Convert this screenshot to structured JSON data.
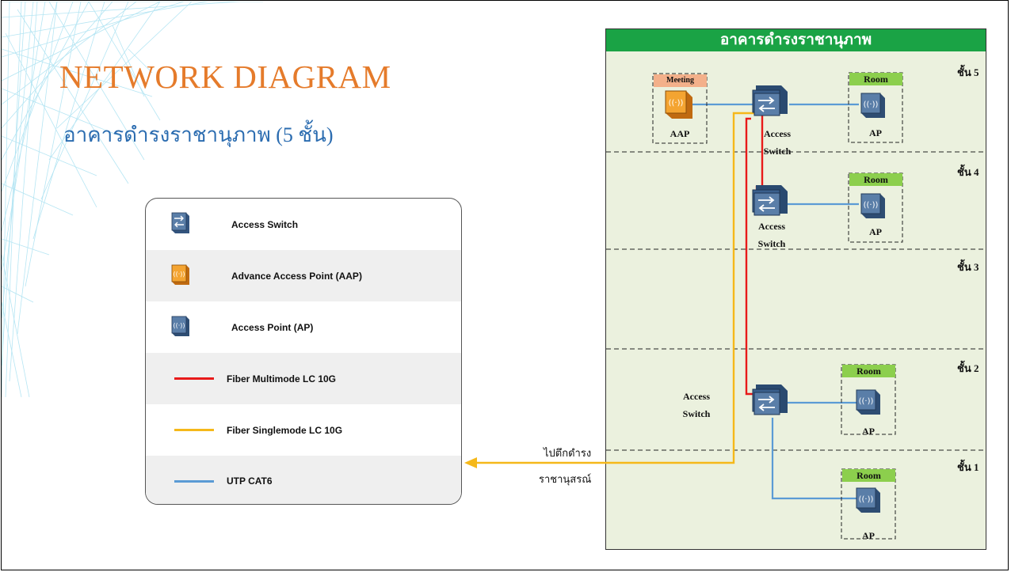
{
  "slide": {
    "title": "NETWORK DIAGRAM",
    "subtitle": "อาคารดำรงราชานุภาพ (5 ชั้น)"
  },
  "legend": {
    "items": [
      {
        "label": "Access Switch",
        "icon": "access-switch-icon"
      },
      {
        "label": "Advance Access Point (AAP)",
        "icon": "advance-access-point-icon"
      },
      {
        "label": "Access Point (AP)",
        "icon": "access-point-icon"
      },
      {
        "label": "Fiber Multimode LC 10G",
        "color": "#e81a1a"
      },
      {
        "label": "Fiber Singlemode  LC 10G",
        "color": "#f5b81a"
      },
      {
        "label": "UTP CAT6",
        "color": "#5b9bd5"
      }
    ]
  },
  "building": {
    "name": "อาคารดำรงราชานุภาพ",
    "floors": [
      "ชั้น 5",
      "ชั้น 4",
      "ชั้น 3",
      "ชั้น 2",
      "ชั้น 1"
    ],
    "room_label": "Room",
    "meeting_label": "Meeting",
    "aap_label": "AAP",
    "ap_label": "AP",
    "switch_label_line1": "Access",
    "switch_label_line2": "Switch",
    "destination_line1": "ไปตึกดำรง",
    "destination_line2": "ราชานุสรณ์"
  },
  "colors": {
    "title": "#e57b2b",
    "subtitle": "#2b6cb0",
    "building_header": "#1aa345",
    "building_bg": "#ebf1de",
    "room_tag": "#8ccf4d",
    "meeting_tag": "#f3b08a",
    "fiber_multimode": "#e81a1a",
    "fiber_singlemode": "#f5b81a",
    "utp": "#5b9bd5"
  }
}
